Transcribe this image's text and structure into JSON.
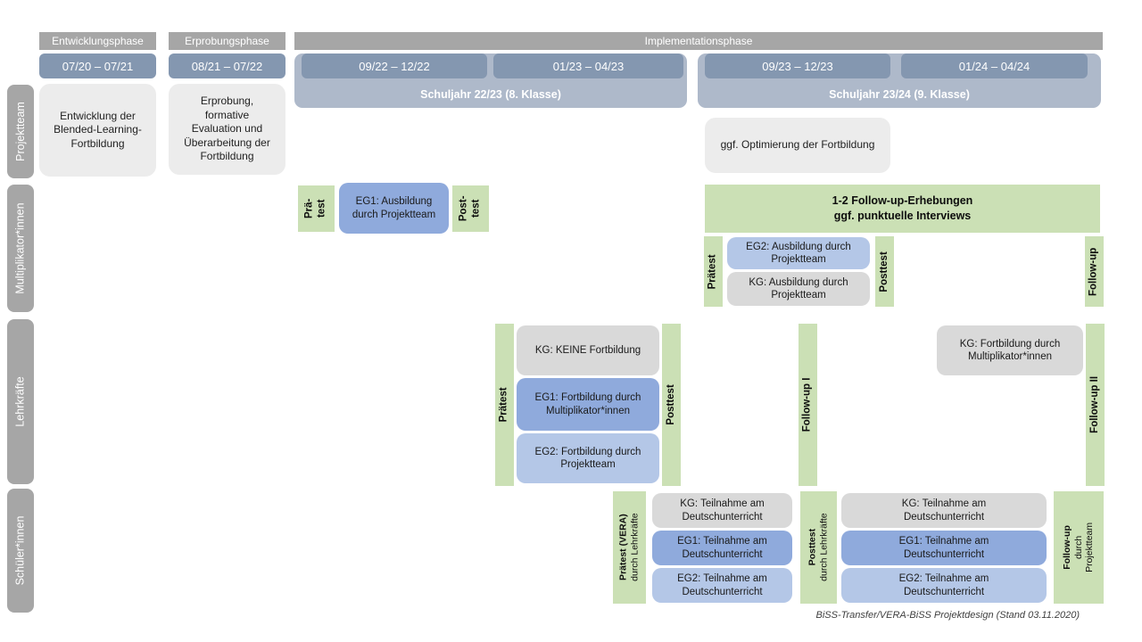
{
  "header": {
    "phases": [
      {
        "label": "Entwicklungsphase"
      },
      {
        "label": "Erprobungsphase"
      },
      {
        "label": "Implementationsphase"
      }
    ],
    "date_ranges": [
      "07/20 – 07/21",
      "08/21 – 07/22",
      "09/22 – 12/22",
      "01/23 – 04/23",
      "09/23 – 12/23",
      "01/24 – 04/24"
    ],
    "school_years": [
      "Schuljahr 22/23 (8. Klasse)",
      "Schuljahr 23/24 (9. Klasse)"
    ]
  },
  "row_labels": [
    "Projektteam",
    "Multiplikator*innen",
    "Lehrkräfte",
    "Schüler*innen"
  ],
  "projektteam": {
    "entwicklung": "Entwicklung der Blended-Learning-Fortbildung",
    "erprobung": "Erprobung, formative Evaluation und Überarbeitung der Fortbildung",
    "optimierung": "ggf. Optimierung der Fortbildung"
  },
  "multiplikatoren": {
    "praetest_l1": "Prä-",
    "praetest_l2": "test",
    "eg1": "EG1: Ausbildung durch Projektteam",
    "posttest_l1": "Post-",
    "posttest_l2": "test",
    "banner_l1": "1-2 Follow-up-Erhebungen",
    "banner_l2": "ggf. punktuelle Interviews",
    "praetest2": "Prätest",
    "eg2": "EG2: Ausbildung durch Projektteam",
    "kg": "KG: Ausbildung durch Projektteam",
    "posttest2": "Posttest",
    "followup": "Follow-up"
  },
  "lehrkraefte": {
    "praetest": "Prätest",
    "kg": "KG: KEINE Fortbildung",
    "eg1": "EG1: Fortbildung durch Multiplikator*innen",
    "eg2": "EG2: Fortbildung durch Projektteam",
    "posttest": "Posttest",
    "followup1": "Follow-up I",
    "kg2": "KG: Fortbildung durch Multiplikator*innen",
    "followup2": "Follow-up II"
  },
  "schueler": {
    "praetest_l1": "Prätest (VERA)",
    "praetest_l2": "durch Lehrkräfte",
    "kg1": "KG: Teilnahme am Deutschunterricht",
    "eg1a": "EG1: Teilnahme am Deutschunterricht",
    "eg2a": "EG2: Teilnahme am Deutschunterricht",
    "posttest_l1": "Posttest",
    "posttest_l2": "durch Lehrkräfte",
    "kg2": "KG: Teilnahme am Deutschunterricht",
    "eg1b": "EG1: Teilnahme am Deutschunterricht",
    "eg2b": "EG2: Teilnahme am Deutschunterricht",
    "followup_l1": "Follow-up",
    "followup_l2": "durch",
    "followup_l3": "Projektteam"
  },
  "caption": "BiSS-Transfer/VERA-BiSS Projektdesign (Stand 03.11.2020)",
  "colors": {
    "phase_header_gray": "#a6a6a6",
    "date_pill_blue_gray": "#8497b0",
    "school_year_band": "#aeb9ca",
    "row_label_gray": "#a6a6a6",
    "projektteam_box_gray": "#ececec",
    "kg_gray": "#d9d9d9",
    "eg1_blue": "#8faadc",
    "eg2_light_blue": "#b4c7e7",
    "test_green": "#cbe0b5"
  }
}
